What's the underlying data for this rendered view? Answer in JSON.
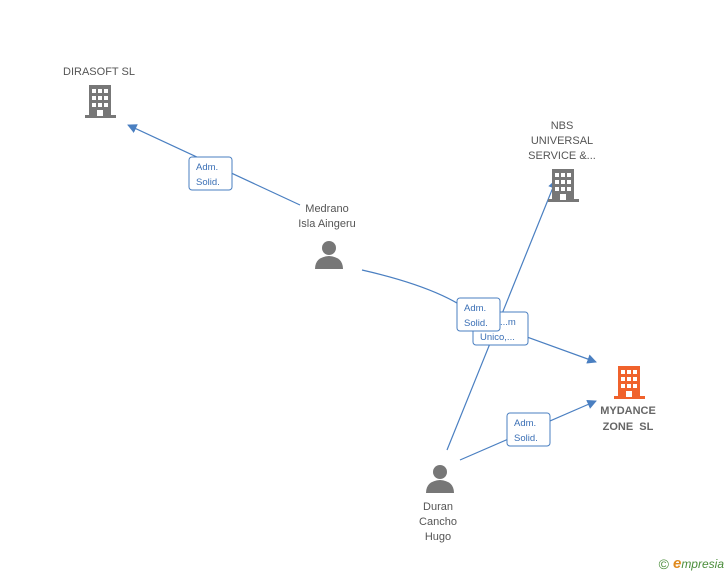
{
  "nodes": {
    "dirasoft": {
      "label": [
        "DIRASOFT SL"
      ],
      "type": "company",
      "color": "#777777"
    },
    "nbs": {
      "label": [
        "NBS",
        "UNIVERSAL",
        "SERVICE &..."
      ],
      "type": "company",
      "color": "#777777"
    },
    "mydance": {
      "label": [
        "MYDANCE",
        "ZONE  SL"
      ],
      "type": "company",
      "color": "#f0622c"
    },
    "medrano": {
      "label": [
        "Medrano",
        "Isla Aingeru"
      ],
      "type": "person",
      "color": "#777777"
    },
    "duran": {
      "label": [
        "Duran",
        "Cancho",
        "Hugo"
      ],
      "type": "person",
      "color": "#777777"
    }
  },
  "edges": [
    {
      "from": "medrano",
      "to": "dirasoft",
      "badge": [
        "Adm.",
        "Solid."
      ]
    },
    {
      "from": "medrano",
      "to": "mydance",
      "badge": [
        "Adm.",
        "Solid."
      ]
    },
    {
      "from": "duran",
      "to": "nbs",
      "badge": [
        "...m",
        "Unico,..."
      ]
    },
    {
      "from": "duran",
      "to": "mydance",
      "badge": [
        "Adm.",
        "Solid."
      ]
    }
  ],
  "footer": {
    "copyright": "©",
    "brand_initial": "e",
    "brand_rest": "mpresia"
  }
}
